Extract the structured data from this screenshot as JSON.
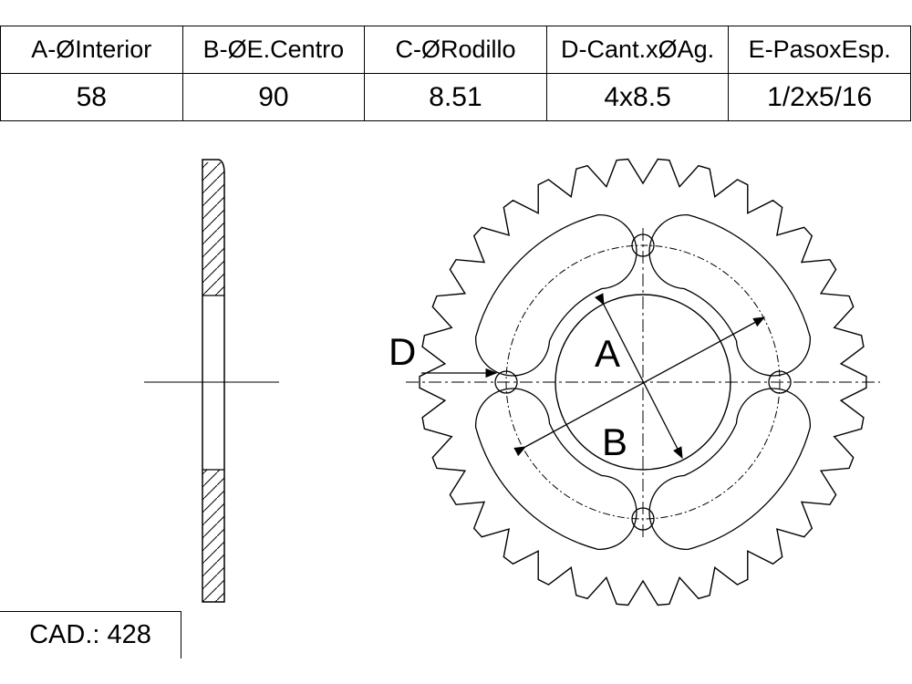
{
  "spec_table": {
    "headers": [
      "A-ØInterior",
      "B-ØE.Centro",
      "C-ØRodillo",
      "D-Cant.xØAg.",
      "E-PasoxEsp."
    ],
    "values": [
      "58",
      "90",
      "8.51",
      "4x8.5",
      "1/2x5/16"
    ]
  },
  "cad_label": "CAD.: 428",
  "drawing": {
    "label_a": "A",
    "label_b": "B",
    "label_d": "D",
    "tooth_count": 34,
    "bolt_hole_count": 4
  }
}
